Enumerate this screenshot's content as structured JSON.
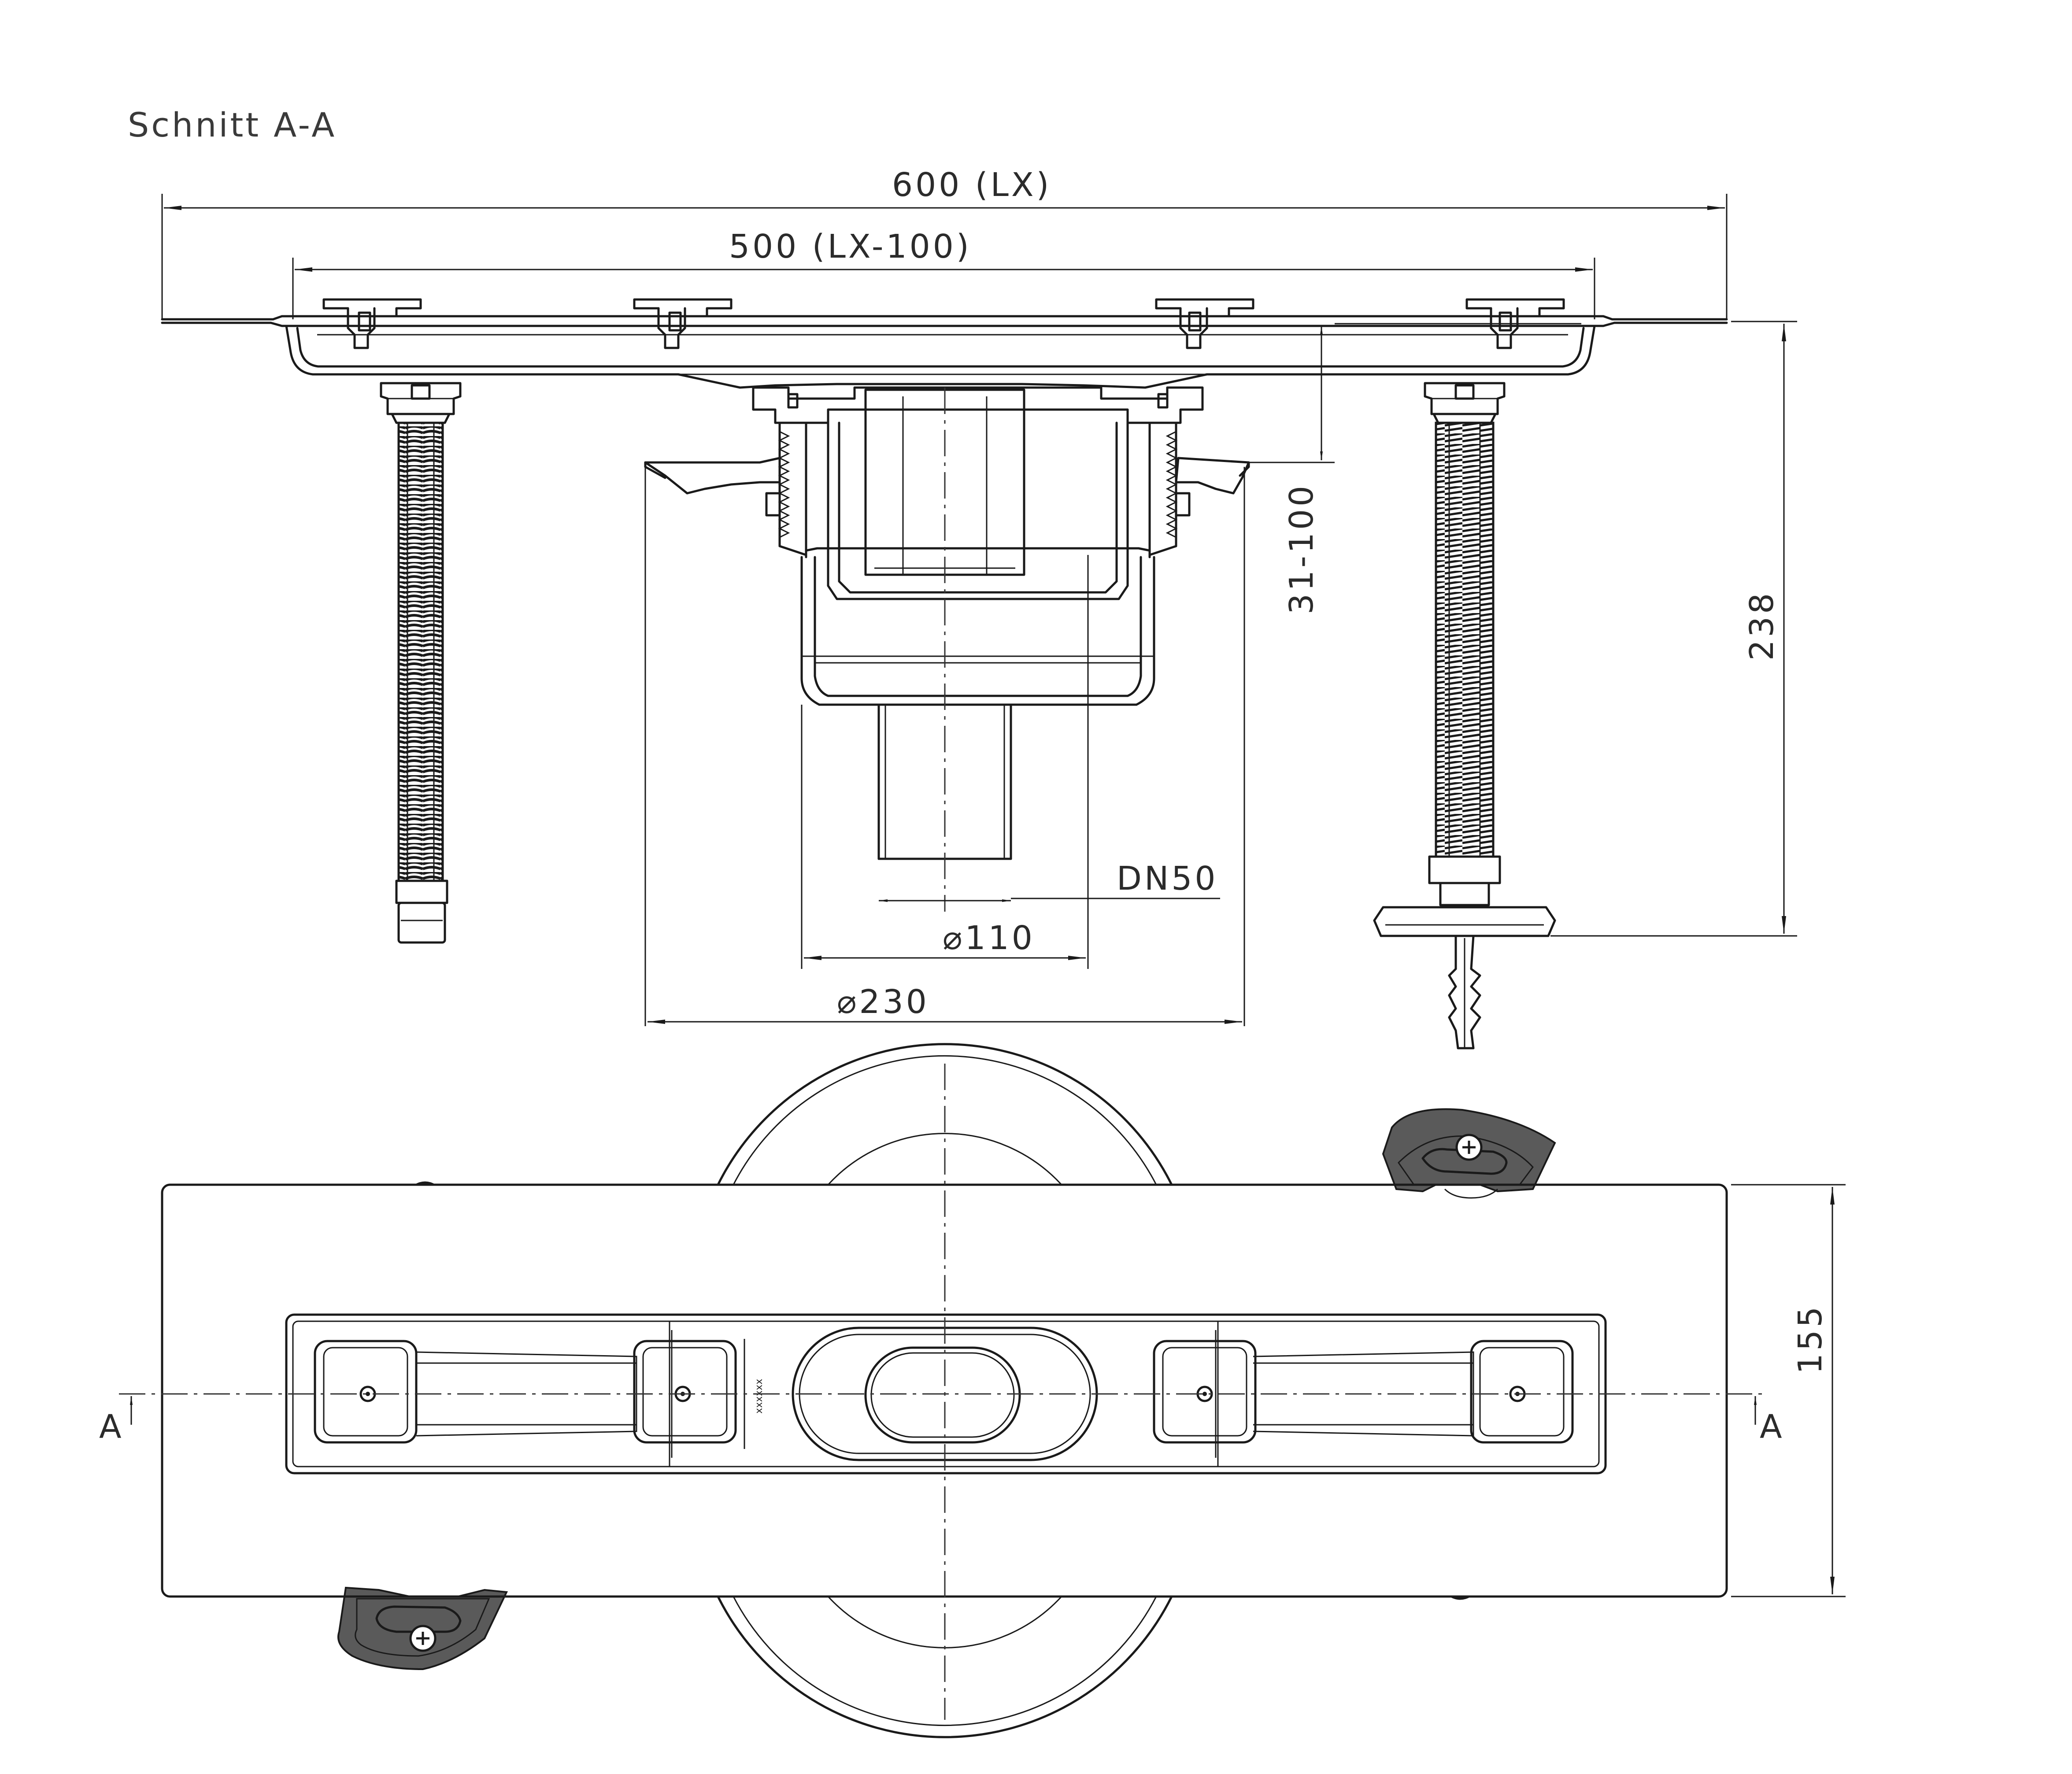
{
  "title": "Schnitt A-A",
  "dimensions": {
    "overall_length": "600 (LX)",
    "inner_length": "500 (LX-100)",
    "height_range": "31-100",
    "total_height": "238",
    "outlet": "DN50",
    "diameter_110": "⌀110",
    "diameter_230": "⌀230",
    "width": "155"
  },
  "section_labels": {
    "left": "A",
    "right": "A"
  },
  "marking": "xxxxxx",
  "views": [
    "section-view",
    "plan-view"
  ]
}
